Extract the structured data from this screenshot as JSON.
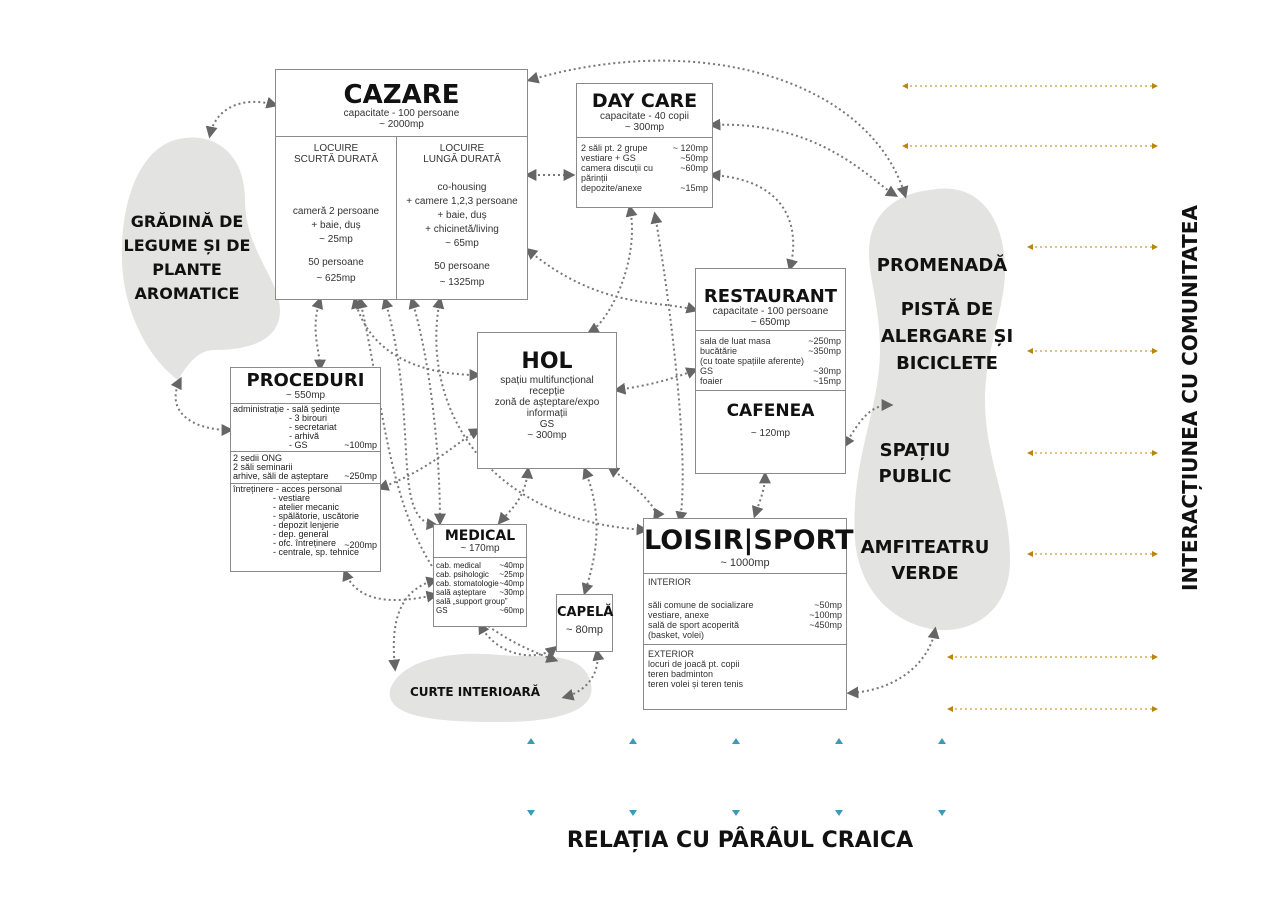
{
  "cazare": {
    "title": "CAZARE",
    "capacity": "capacitate  - 100 persoane",
    "area": "~ 2000mp",
    "short": {
      "heading1": "LOCUIRE",
      "heading2": "SCURTĂ DURATĂ",
      "l1": "cameră 2 persoane",
      "l2": "+ baie, duș",
      "l3": "~ 25mp",
      "l4": "50 persoane",
      "l5": "~ 625mp"
    },
    "long": {
      "heading1": "LOCUIRE",
      "heading2": "LUNGĂ DURATĂ",
      "l1": "co-housing",
      "l2": "+ camere 1,2,3 persoane",
      "l3": "+ baie, duș",
      "l4": "+ chicinetă/living",
      "l5": "~ 65mp",
      "l6": "50 persoane",
      "l7": "~ 1325mp"
    }
  },
  "daycare": {
    "title": "DAY CARE",
    "capacity": "capacitate  - 40 copii",
    "area": "~ 300mp",
    "items": [
      {
        "name": "2 săli pt. 2 grupe",
        "val": "~ 120mp"
      },
      {
        "name": "vestiare + GS",
        "val": "~50mp"
      },
      {
        "name": "camera discuții cu părinții",
        "val": "~60mp"
      },
      {
        "name": "depozite/anexe",
        "val": "~15mp"
      }
    ]
  },
  "restaurant": {
    "title": "RESTAURANT",
    "capacity": "capacitate  - 100 persoane",
    "area": "~ 650mp",
    "items": [
      {
        "name": "sala de luat masa",
        "val": "~250mp"
      },
      {
        "name": "bucătărie",
        "val": "~350mp"
      },
      {
        "name": "(cu toate spațiile aferente)",
        "val": ""
      },
      {
        "name": "GS",
        "val": "~30mp"
      },
      {
        "name": "foaier",
        "val": "~15mp"
      }
    ],
    "cafenea_title": "CAFENEA",
    "cafenea_area": "~ 120mp"
  },
  "hol": {
    "title": "HOL",
    "lines": [
      "spațiu multifuncțional",
      "recepție",
      "zonă de așteptare/expo",
      "informații",
      "GS",
      "~ 300mp"
    ]
  },
  "proceduri": {
    "title": "PROCEDURI",
    "area": "~ 550mp",
    "s1": [
      "administrație - sală ședințe",
      "- 3 birouri",
      "- secretariat",
      "- arhivă",
      "- GS"
    ],
    "s1_val": "~100mp",
    "s2": [
      "2 sedii ONG",
      "2 săli seminarii",
      "arhive, săli de așteptare"
    ],
    "s2_val": "~250mp",
    "s3": [
      "întreținere - acces personal",
      "- vestiare",
      "- atelier mecanic",
      "- spălătorie, uscătorie",
      "- depozit lenjerie",
      "- dep. general",
      "- ofc. întreținere",
      "- centrale, sp. tehnice"
    ],
    "s3_val": "~200mp"
  },
  "medical": {
    "title": "MEDICAL",
    "area": "~ 170mp",
    "items": [
      {
        "name": "cab. medical",
        "val": "~40mp"
      },
      {
        "name": "cab. psihologic",
        "val": "~25mp"
      },
      {
        "name": "cab. stomatologie",
        "val": "~40mp"
      },
      {
        "name": "sală așteptare",
        "val": "~30mp"
      },
      {
        "name": "sală „support group”",
        "val": ""
      },
      {
        "name": "GS",
        "val": "~60mp"
      }
    ]
  },
  "capela": {
    "title": "CAPELĂ",
    "area": "~ 80mp"
  },
  "loisir": {
    "title": "LOISIR|SPORT",
    "area": "~ 1000mp",
    "interior_title": "INTERIOR",
    "interior": [
      {
        "name": "săli comune de socializare",
        "val": "~50mp"
      },
      {
        "name": "vestiare, anexe",
        "val": "~100mp"
      },
      {
        "name": "sală de sport acoperită",
        "val": "~450mp"
      },
      {
        "name": "(basket, volei)",
        "val": ""
      }
    ],
    "exterior_title": "EXTERIOR",
    "exterior": [
      "locuri de joacă pt. copii",
      "teren badminton",
      "teren volei și teren tenis"
    ]
  },
  "gradina": {
    "l1": "GRĂDINĂ DE",
    "l2": "LEGUME ȘI DE",
    "l3": "PLANTE",
    "l4": "AROMATICE"
  },
  "curte": "CURTE INTERIOARĂ",
  "promenada": {
    "p1": "PROMENADĂ",
    "p2a": "PISTĂ DE",
    "p2b": "ALERGARE ȘI",
    "p2c": "BICICLETE",
    "p3a": "SPAȚIU",
    "p3b": "PUBLIC",
    "p4a": "AMFITEATRU",
    "p4b": "VERDE"
  },
  "side_title": "INTERACȚIUNEA CU COMUNITATEA",
  "bottom_title": "RELAȚIA CU PÂRÂUL CRAICA",
  "colors": {
    "blob": "#e3e3e1",
    "gold": "#b8860b",
    "teal": "#3a9ab8",
    "border": "#8a8a8a",
    "dots": "#777777"
  }
}
